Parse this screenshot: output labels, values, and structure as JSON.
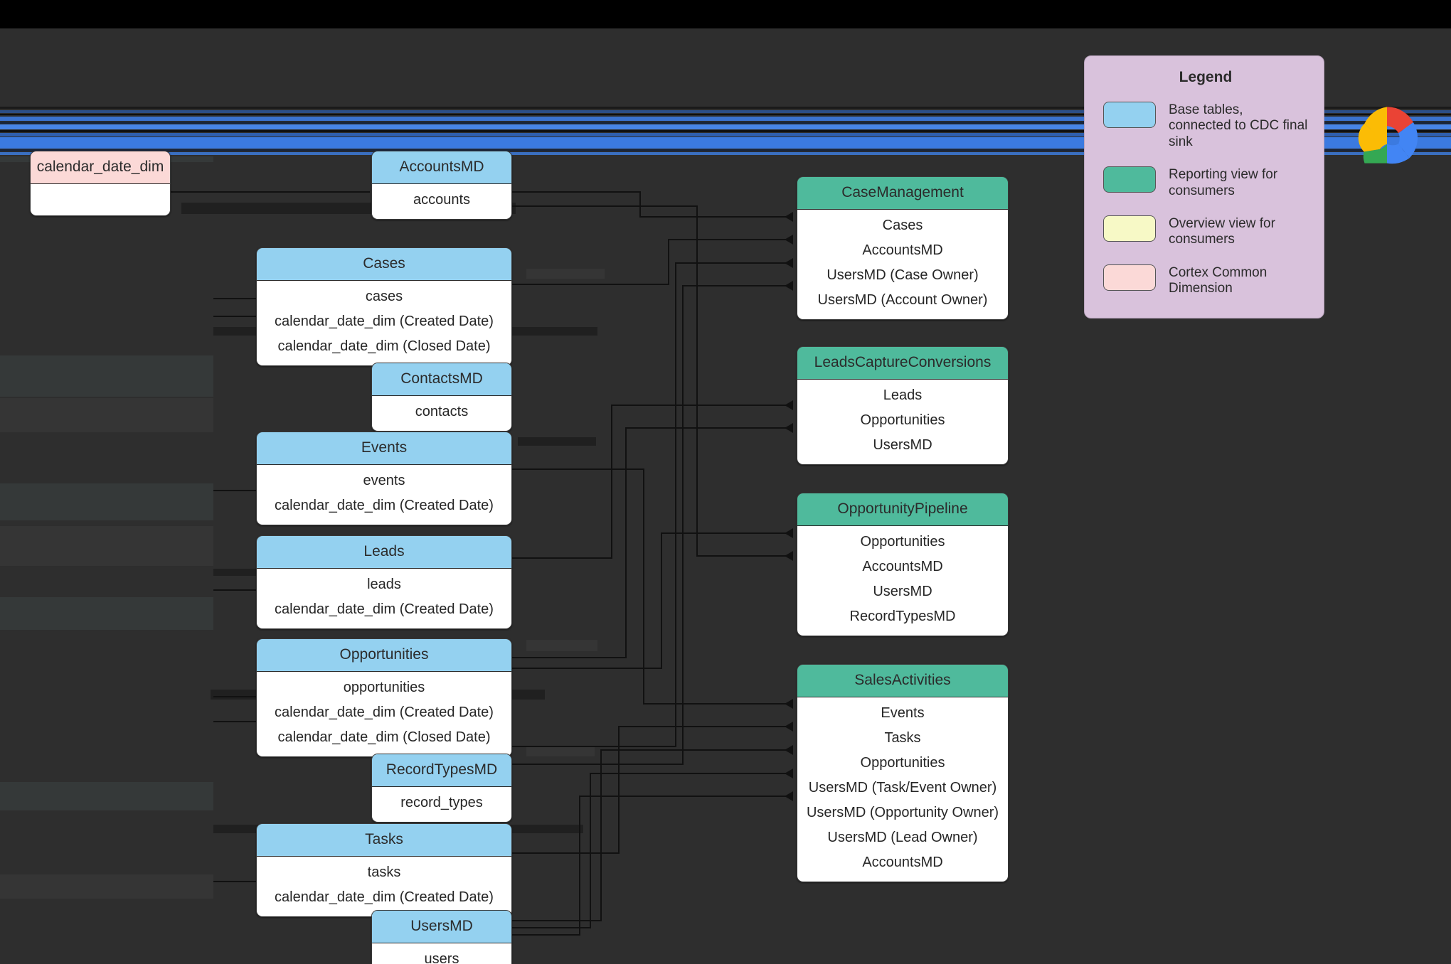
{
  "theme": {
    "top_bar_color": "#000000",
    "canvas_color": "#2e2e2e",
    "base_table_color": "#94d1f0",
    "reporting_view_color": "#4fba9c",
    "overview_view_color": "#f7f9c6",
    "cortex_dimension_color": "#fbd9d7",
    "legend_panel_color": "#d9c2dc",
    "accent_blue_band": "#3b7ae0"
  },
  "legend": {
    "title": "Legend",
    "items": [
      {
        "swatch": "#94d1f0",
        "label": "Base tables, connected to CDC final sink"
      },
      {
        "swatch": "#4fba9c",
        "label": "Reporting view for consumers"
      },
      {
        "swatch": "#f7f9c6",
        "label": "Overview view for consumers"
      },
      {
        "swatch": "#fbd9d7",
        "label": "Cortex Common Dimension"
      }
    ]
  },
  "logo": {
    "name": "google-cloud-logo"
  },
  "dimension_tables": [
    {
      "title": "calendar_date_dim",
      "rows": [
        ""
      ]
    }
  ],
  "base_tables": [
    {
      "title": "AccountsMD",
      "rows": [
        "accounts"
      ]
    },
    {
      "title": "Cases",
      "rows": [
        "cases",
        "calendar_date_dim (Created Date)",
        "calendar_date_dim (Closed Date)"
      ]
    },
    {
      "title": "ContactsMD",
      "rows": [
        "contacts"
      ]
    },
    {
      "title": "Events",
      "rows": [
        "events",
        "calendar_date_dim (Created Date)"
      ]
    },
    {
      "title": "Leads",
      "rows": [
        "leads",
        "calendar_date_dim (Created Date)"
      ]
    },
    {
      "title": "Opportunities",
      "rows": [
        "opportunities",
        "calendar_date_dim (Created Date)",
        "calendar_date_dim (Closed Date)"
      ]
    },
    {
      "title": "RecordTypesMD",
      "rows": [
        "record_types"
      ]
    },
    {
      "title": "Tasks",
      "rows": [
        "tasks",
        "calendar_date_dim (Created Date)"
      ]
    },
    {
      "title": "UsersMD",
      "rows": [
        "users"
      ]
    }
  ],
  "reporting_views": [
    {
      "title": "CaseManagement",
      "rows": [
        "Cases",
        "AccountsMD",
        "UsersMD (Case Owner)",
        "UsersMD (Account Owner)"
      ]
    },
    {
      "title": "LeadsCaptureConversions",
      "rows": [
        "Leads",
        "Opportunities",
        "UsersMD"
      ]
    },
    {
      "title": "OpportunityPipeline",
      "rows": [
        "Opportunities",
        "AccountsMD",
        "UsersMD",
        "RecordTypesMD"
      ]
    },
    {
      "title": "SalesActivities",
      "rows": [
        "Events",
        "Tasks",
        "Opportunities",
        "UsersMD (Task/Event Owner)",
        "UsersMD (Opportunity Owner)",
        "UsersMD (Lead Owner)",
        "AccountsMD"
      ]
    }
  ]
}
